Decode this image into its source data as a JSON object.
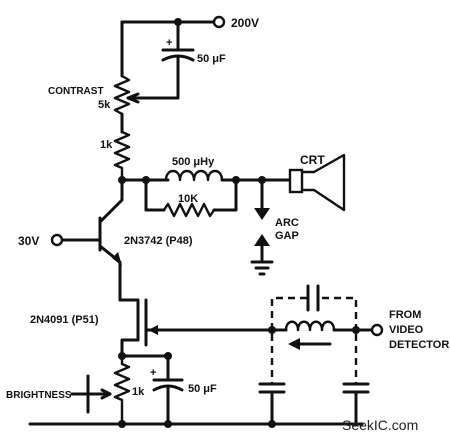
{
  "labels": {
    "v200": "200V",
    "cap_top": "50 μF",
    "contrast": "CONTRAST",
    "pot_top": "5k",
    "res_1k_top": "1k",
    "inductor": "500 μHy",
    "res_10k": "10K",
    "crt": "CRT",
    "arc": "ARC",
    "gap": "GAP",
    "v30": "30V",
    "q1": "2N3742 (P48)",
    "q2": "2N4091 (P51)",
    "from": "FROM",
    "video": "VIDEO",
    "detector": "DETECTOR",
    "brightness": "BRIGHTNESS",
    "res_1k_bot": "1k",
    "cap_bot": "50 μF",
    "plus_top": "+",
    "plus_bot": "+",
    "watermark": "SeekIC.com"
  }
}
